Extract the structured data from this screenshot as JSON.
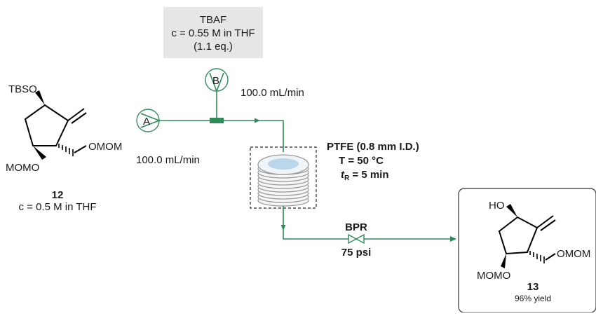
{
  "reagent_box": {
    "name": "TBAF",
    "concentration": "c = 0.55 M in THF",
    "equivalents": "(1.1 eq.)"
  },
  "pump_a": {
    "label": "A",
    "flow_rate": "100.0 mL/min"
  },
  "pump_b": {
    "label": "B",
    "flow_rate": "100.0 mL/min"
  },
  "reactor": {
    "tubing": "PTFE (0.8 mm I.D.)",
    "temperature": "T = 50 °C",
    "residence_prefix": "t",
    "residence_sub": "R",
    "residence_value": " = 5 min"
  },
  "bpr": {
    "label": "BPR",
    "pressure": "75 psi"
  },
  "starting_material": {
    "number": "12",
    "concentration": "c = 0.5 M in THF",
    "groups": {
      "top": "TBSO",
      "bottom": "MOMO",
      "side": "OMOM"
    }
  },
  "product": {
    "number": "13",
    "yield": "96% yield",
    "groups": {
      "top": "HO",
      "bottom": "MOMO",
      "side": "OMOM"
    }
  },
  "colors": {
    "flow_line": "#2e8b57",
    "reagent_box": "#e6e6e6"
  }
}
